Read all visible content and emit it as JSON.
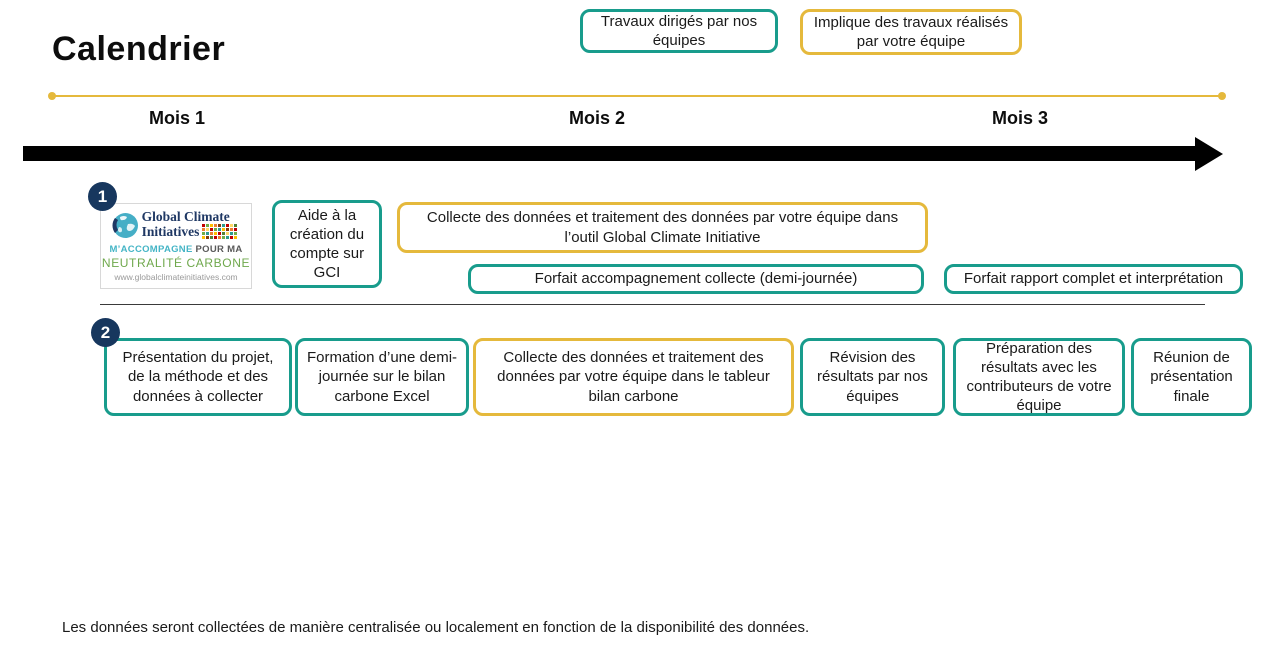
{
  "slide": {
    "title": "Calendrier",
    "footnote": "Les données seront collectées de manière centralisée ou localement en fonction de la disponibilité des données."
  },
  "colors": {
    "teal": "#189c8c",
    "yellow": "#e5b93c",
    "navy": "#17375e"
  },
  "legend": {
    "our_team": "Travaux dirigés par nos équipes",
    "your_team": "Implique des travaux réalisés par votre équipe"
  },
  "timeline": {
    "months": [
      "Mois 1",
      "Mois 2",
      "Mois 3"
    ]
  },
  "row1": {
    "number": "1",
    "logo": {
      "name_line1": "Global Climate",
      "name_line2": "Initiatives",
      "tagline_teal": "M’ACCOMPAGNE",
      "tagline_gray": "POUR MA",
      "tagline2": "NEUTRALITÉ CARBONE",
      "url": "www.globalclimateinitiatives.com"
    },
    "boxes": [
      {
        "label": "Aide à la création du compte sur GCI",
        "style": "teal"
      },
      {
        "label": "Collecte des données et traitement des données par votre équipe dans l’outil Global Climate Initiative",
        "style": "yellow"
      },
      {
        "label": "Forfait accompagnement collecte (demi-journée)",
        "style": "teal"
      },
      {
        "label": "Forfait rapport complet et interprétation",
        "style": "teal"
      }
    ]
  },
  "row2": {
    "number": "2",
    "boxes": [
      {
        "label": "Présentation du projet, de la méthode et des données à collecter",
        "style": "teal"
      },
      {
        "label": "Formation d’une demi-journée sur le bilan carbone Excel",
        "style": "teal"
      },
      {
        "label": "Collecte des données et traitement des données par votre équipe dans le tableur bilan carbone",
        "style": "yellow"
      },
      {
        "label": "Révision des résultats par nos équipes",
        "style": "teal"
      },
      {
        "label": "Préparation des résultats avec les contributeurs de votre équipe",
        "style": "teal"
      },
      {
        "label": "Réunion de présentation finale",
        "style": "teal"
      }
    ]
  }
}
